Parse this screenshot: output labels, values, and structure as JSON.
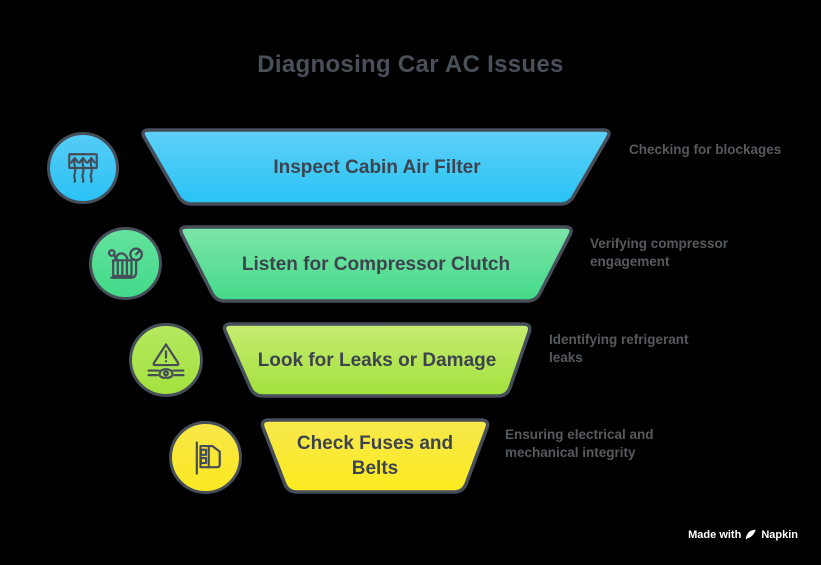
{
  "title": "Diagnosing Car AC Issues",
  "outline_color": "#454e59",
  "background_color": "#000000",
  "steps": [
    {
      "label": "Inspect Cabin Air Filter",
      "annotation": "Checking for blockages",
      "icon": "cabin-air-filter-icon",
      "colors": {
        "top": "#5fd0f7",
        "bottom": "#28c3f6",
        "circle_top": "#55ccf6",
        "circle_bottom": "#2bc2f5"
      }
    },
    {
      "label": "Listen for Compressor Clutch",
      "annotation": "Verifying compressor engagement",
      "icon": "compressor-gauge-icon",
      "colors": {
        "top": "#7de5a8",
        "bottom": "#43da89",
        "circle_top": "#64e29e",
        "circle_bottom": "#42da89"
      }
    },
    {
      "label": "Look for Leaks or Damage",
      "annotation": "Identifying refrigerant leaks",
      "icon": "leak-warning-icon",
      "colors": {
        "top": "#c6ec72",
        "bottom": "#a3e13c",
        "circle_top": "#b5e860",
        "circle_bottom": "#a4e23f"
      }
    },
    {
      "label": "Check Fuses and Belts",
      "annotation": "Ensuring electrical and mechanical integrity",
      "icon": "fuse-icon",
      "colors": {
        "top": "#f7e84d",
        "bottom": "#fdeb1f",
        "circle_top": "#f8e748",
        "circle_bottom": "#fbe822"
      }
    }
  ],
  "watermark": {
    "prefix": "Made with",
    "brand": "Napkin"
  }
}
